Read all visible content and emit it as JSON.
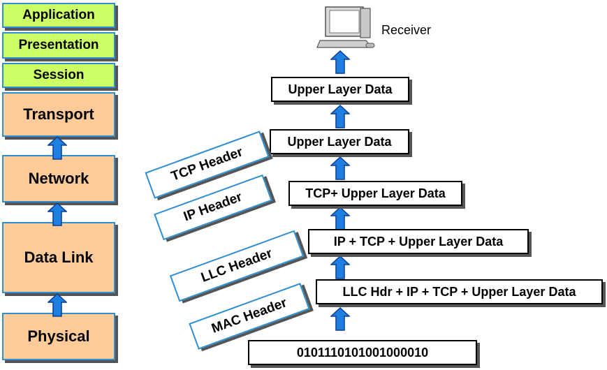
{
  "osi_layers": {
    "application": "Application",
    "presentation": "Presentation",
    "session": "Session",
    "transport": "Transport",
    "network": "Network",
    "data_link": "Data Link",
    "physical": "Physical"
  },
  "receiver_label": "Receiver",
  "data_boxes": {
    "upper_data_top": "Upper Layer Data",
    "upper_data_tcp": "Upper Layer Data",
    "tcp_data": "TCP+ Upper Layer Data",
    "ip_data": "IP + TCP + Upper Layer Data",
    "llc_data": "LLC Hdr + IP + TCP + Upper Layer Data",
    "bits": "0101110101001000010"
  },
  "headers": {
    "tcp": "TCP Header",
    "ip": "IP Header",
    "llc": "LLC Header",
    "mac": "MAC Header"
  },
  "colors": {
    "osi_upper": "#ccff66",
    "osi_lower": "#ffcc99",
    "border_blue": "#2d8fd1",
    "arrow_blue": "#1e7fe0"
  },
  "icons": {
    "receiver": "desktop-computer-icon",
    "arrow": "up-arrow-icon"
  }
}
